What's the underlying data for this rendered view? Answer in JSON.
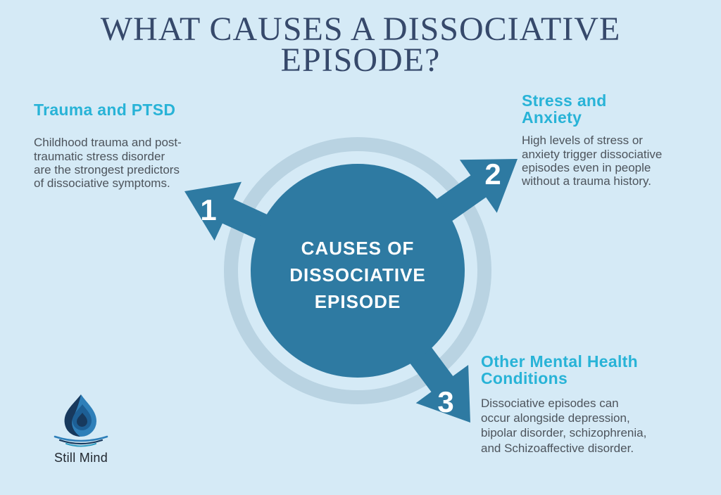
{
  "page": {
    "background_color": "#d5eaf6"
  },
  "title": {
    "text": "WHAT CAUSES A DISSOCIATIVE EPISODE?",
    "color": "#36496b"
  },
  "center": {
    "label": "CAUSES OF DISSOCIATIVE EPISODE",
    "circle_color": "#2e7aa2",
    "ring_color": "#b9d3e2",
    "text_color": "#ffffff"
  },
  "sections": [
    {
      "number": "1",
      "heading": "Trauma and PTSD",
      "body": "Childhood trauma and post-traumatic stress disorder are the strongest predictors of dissociative symptoms."
    },
    {
      "number": "2",
      "heading": "Stress and Anxiety",
      "body": "High levels of stress or anxiety trigger dissociative episodes even in people without a trauma history."
    },
    {
      "number": "3",
      "heading": "Other Mental Health Conditions",
      "body": "Dissociative episodes can occur alongside depression, bipolar disorder, schizophrenia, and Schizoaffective disorder."
    }
  ],
  "brand": {
    "name": "Still Mind",
    "icon": "water-drop-icon"
  },
  "colors": {
    "section_heading": "#28b3d7",
    "body_text": "#4d545c",
    "arrow": "#2e7aa2",
    "number_text": "#ffffff"
  }
}
